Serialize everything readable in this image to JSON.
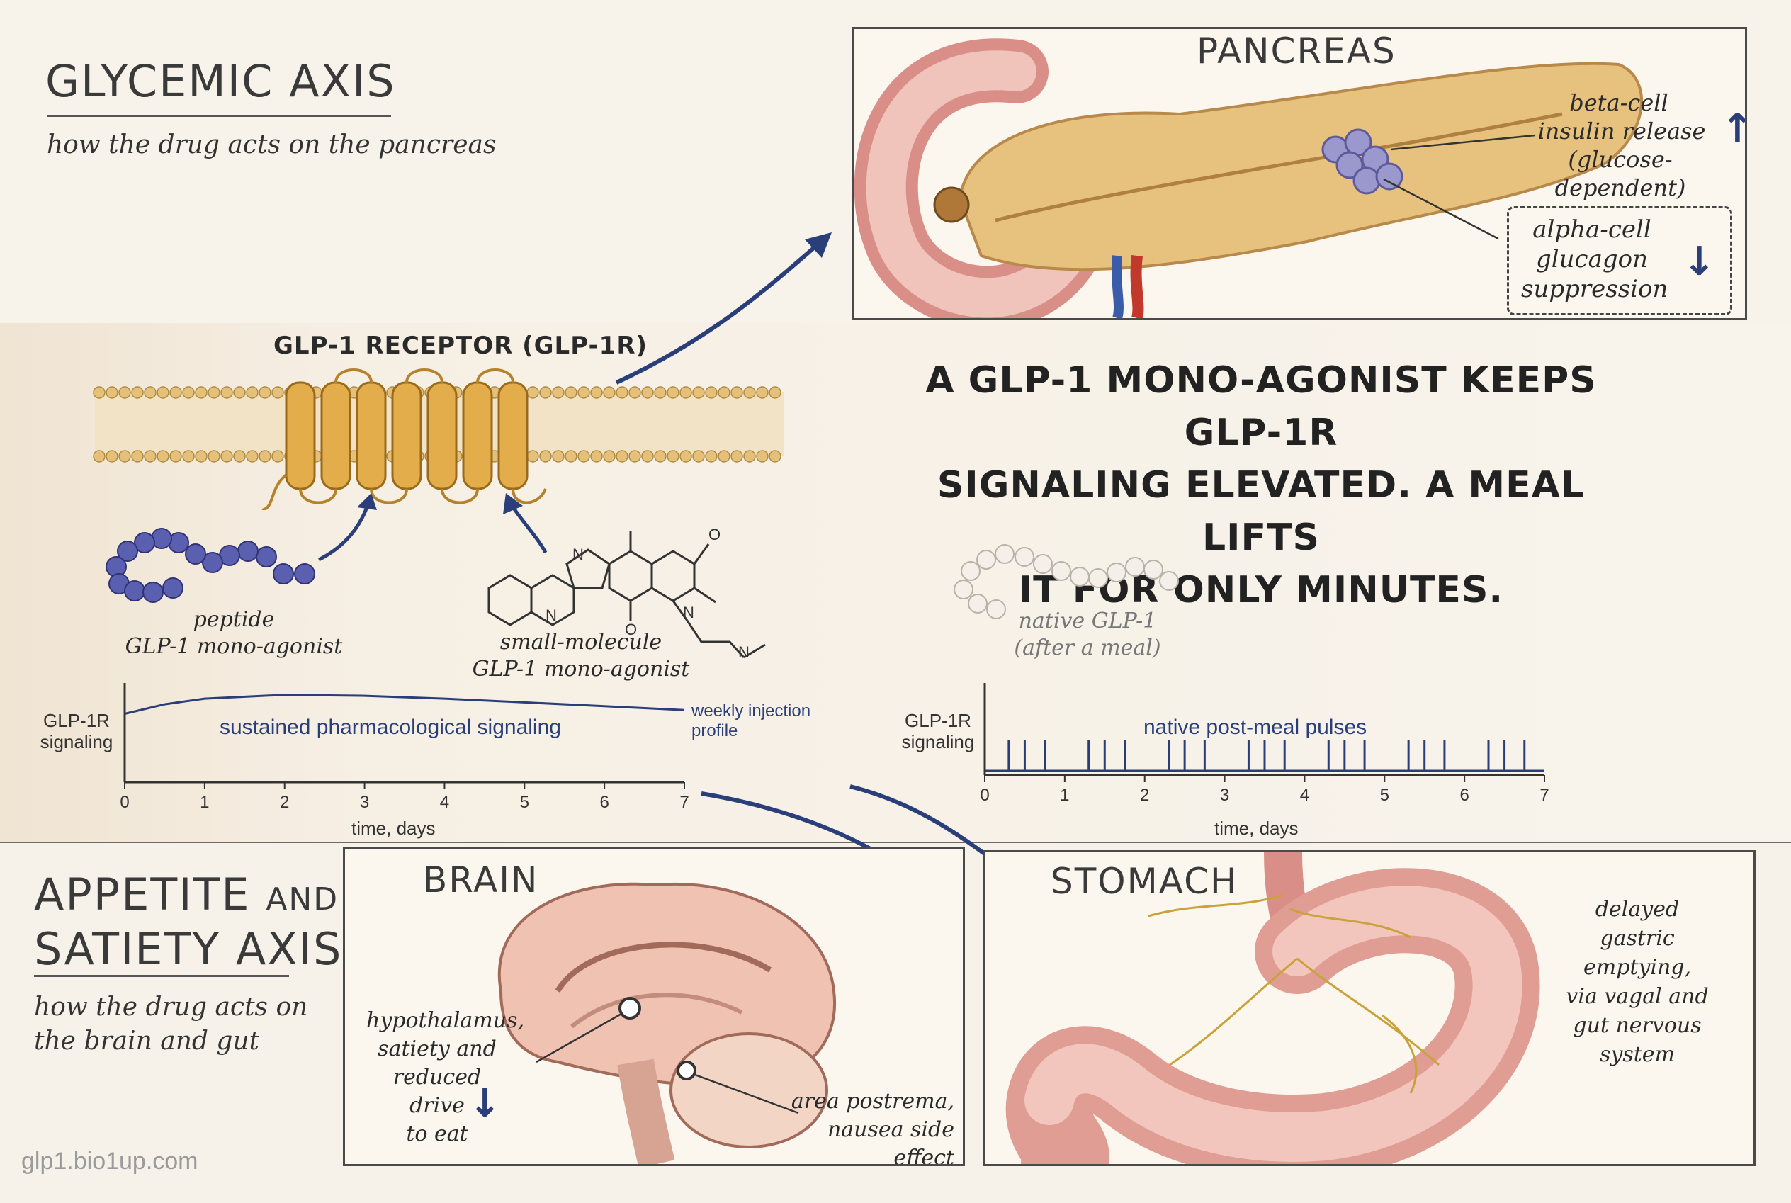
{
  "glycemic": {
    "title": "GLYCEMIC AXIS",
    "subtitle": "how the drug acts on the pancreas"
  },
  "pancreas": {
    "title": "PANCREAS",
    "beta_label_1": "beta-cell",
    "beta_label_2": "insulin release",
    "beta_label_3": "(glucose-dependent)",
    "up_arrow": "↑",
    "alpha_label_1": "alpha-cell",
    "alpha_label_2": "glucagon",
    "alpha_label_3": "suppression",
    "down_arrow": "↓"
  },
  "receptor": {
    "title": "GLP-1 RECEPTOR (GLP-1R)"
  },
  "headline": {
    "line1": "A GLP-1 MONO-AGONIST KEEPS GLP-1R",
    "line2": "SIGNALING ELEVATED. A MEAL LIFTS",
    "line3": "IT FOR ONLY MINUTES."
  },
  "peptide": {
    "label_1": "peptide",
    "label_2": "GLP-1 mono-agonist"
  },
  "small_molecule": {
    "label_1": "small-molecule",
    "label_2": "GLP-1 mono-agonist",
    "atom_n": "N",
    "atom_o": "O"
  },
  "native": {
    "label_1": "native GLP-1",
    "label_2": "(after a meal)"
  },
  "chart_left": {
    "ylabel_1": "GLP-1R",
    "ylabel_2": "signaling",
    "xlabel": "time, days",
    "series_label": "sustained pharmacological signaling",
    "annotation_1": "weekly injection",
    "annotation_2": "profile"
  },
  "chart_right": {
    "ylabel_1": "GLP-1R",
    "ylabel_2": "signaling",
    "xlabel": "time, days",
    "series_label": "native post-meal pulses"
  },
  "chart_data": [
    {
      "type": "line",
      "x_ticks": [
        0,
        1,
        2,
        3,
        4,
        5,
        6,
        7
      ],
      "xlim": [
        0,
        7
      ],
      "x": [
        0,
        0.5,
        1,
        2,
        3,
        4,
        5,
        6,
        7
      ],
      "y": [
        0.72,
        0.82,
        0.88,
        0.92,
        0.91,
        0.88,
        0.84,
        0.8,
        0.76
      ]
    },
    {
      "type": "line",
      "x_ticks": [
        0,
        1,
        2,
        3,
        4,
        5,
        6,
        7
      ],
      "xlim": [
        0,
        7
      ],
      "pulse_days": [
        0.3,
        0.5,
        0.75,
        1.3,
        1.5,
        1.75,
        2.3,
        2.5,
        2.75,
        3.3,
        3.5,
        3.75,
        4.3,
        4.5,
        4.75,
        5.3,
        5.5,
        5.75,
        6.3,
        6.5,
        6.75
      ],
      "pulse_height": 0.35
    }
  ],
  "appetite": {
    "title_1": "APPETITE",
    "title_and": "AND",
    "title_2": "SATIETY AXIS",
    "subtitle_1": "how the drug acts on",
    "subtitle_2": "the brain and gut"
  },
  "brain": {
    "title": "BRAIN",
    "hypo_1": "hypothalamus,",
    "hypo_2": "satiety and",
    "hypo_3": "reduced drive",
    "hypo_4": "to eat",
    "down_arrow": "↓",
    "ap_1": "area postrema,",
    "ap_2": "nausea side effect"
  },
  "stomach": {
    "title": "STOMACH",
    "note_1": "delayed",
    "note_2": "gastric",
    "note_3": "emptying,",
    "note_4": "via vagal and",
    "note_5": "gut nervous",
    "note_6": "system"
  },
  "footer": {
    "url": "glp1.bio1up.com"
  },
  "colors": {
    "accent_blue": "#2a3f7a",
    "receptor_gold": "#e2ad4a",
    "peptide_purple": "#5b5fb0",
    "tissue_pink": "#e7a9a0"
  }
}
